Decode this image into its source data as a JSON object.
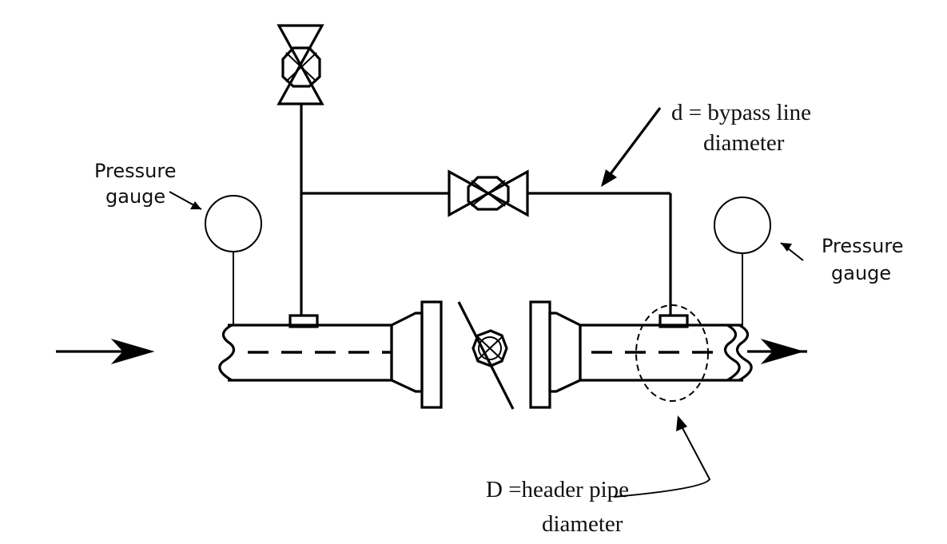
{
  "labels": {
    "pressure_gauge_left": [
      "Pressure",
      "gauge"
    ],
    "pressure_gauge_right": [
      "Pressure",
      "gauge"
    ],
    "bypass_diameter": [
      "d = bypass line",
      "diameter"
    ],
    "header_diameter": [
      "D =header pipe",
      "diameter"
    ]
  },
  "colors": {
    "line": "#000000",
    "background": "#ffffff"
  }
}
